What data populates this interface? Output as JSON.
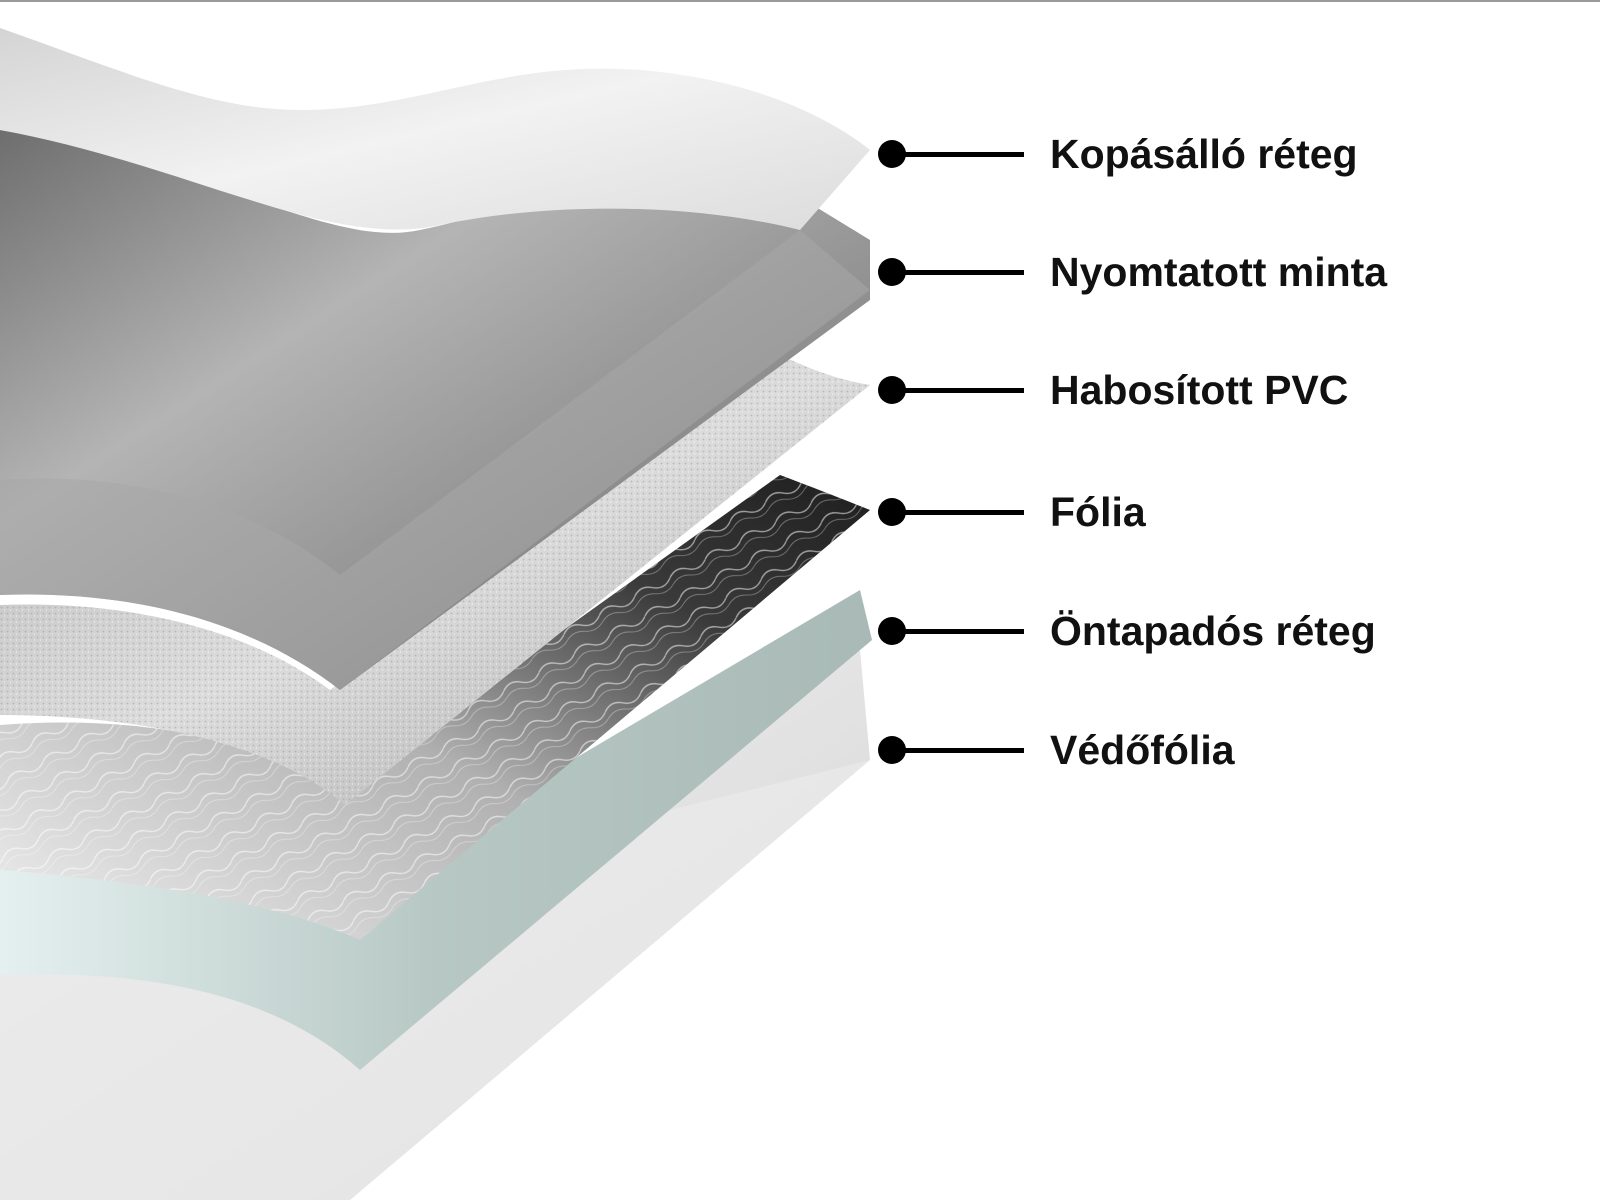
{
  "layers": [
    {
      "id": "wear",
      "label": "Kopásálló réteg",
      "color": "#e8e8e8"
    },
    {
      "id": "print",
      "label": "Nyomtatott minta",
      "color": "#8f8f8f"
    },
    {
      "id": "foam",
      "label": "Habosított PVC",
      "color": "#c9c9c9"
    },
    {
      "id": "foil",
      "label": "Fólia",
      "color": "#5a5a5a"
    },
    {
      "id": "adhesive",
      "label": "Öntapadós réteg",
      "color": "#bcccc8"
    },
    {
      "id": "protective",
      "label": "Védőfólia",
      "color": "#e4e4e4"
    }
  ]
}
